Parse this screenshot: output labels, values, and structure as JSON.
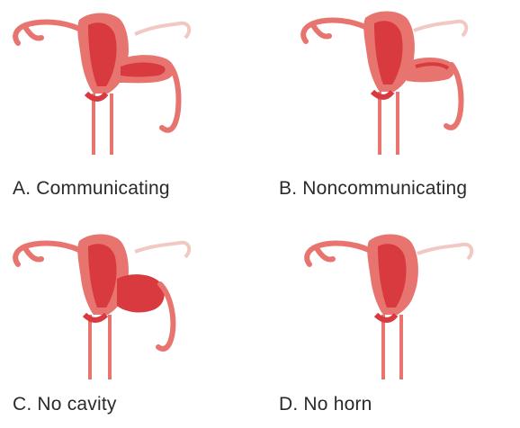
{
  "figure": {
    "panels": [
      {
        "id": "A",
        "caption": "A. Communicating",
        "horn": "communicating"
      },
      {
        "id": "B",
        "caption": "B. Noncommunicating",
        "horn": "noncommunicating"
      },
      {
        "id": "C",
        "caption": "C. No cavity",
        "horn": "no-cavity"
      },
      {
        "id": "D",
        "caption": "D. No horn",
        "horn": "no-horn"
      }
    ],
    "colors": {
      "tissue": "#e8746f",
      "tissue_dark": "#d83a3f",
      "outline": "#f3b3ad",
      "tube_faint": "#f1c9c3"
    }
  }
}
